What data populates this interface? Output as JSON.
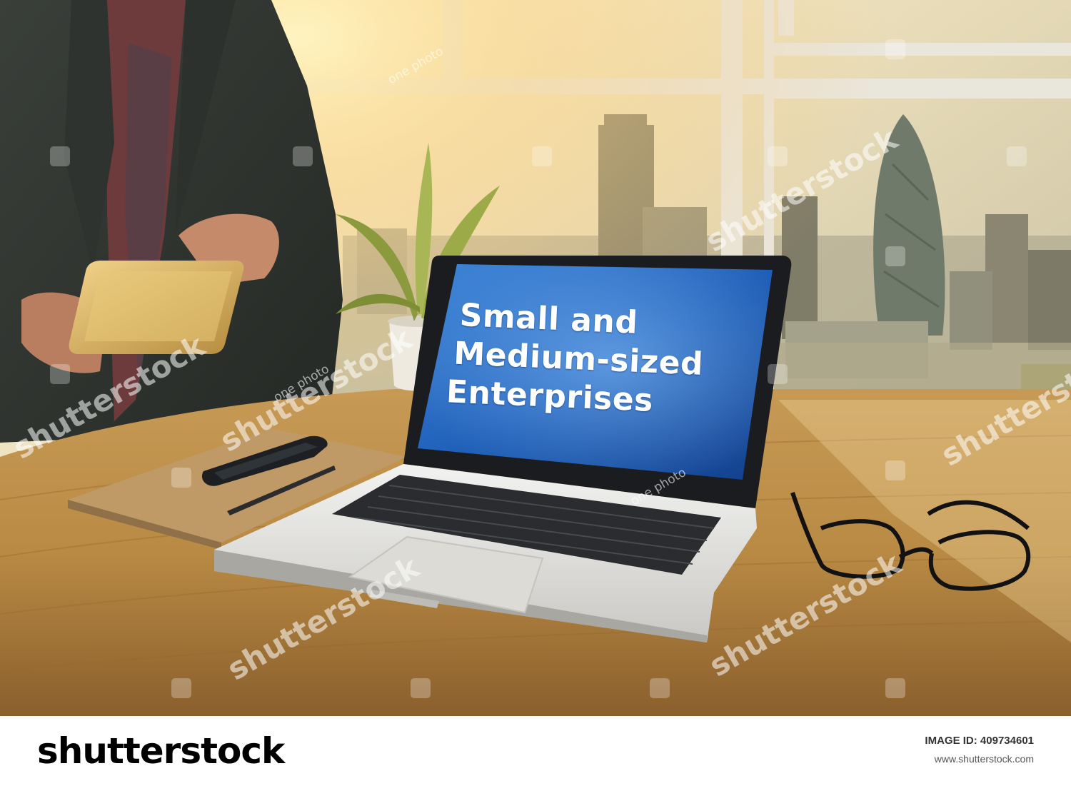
{
  "photo": {
    "screen_text": [
      "Small and",
      "Medium-sized",
      "Enterprises"
    ]
  },
  "watermark": {
    "brand": "shutterstock",
    "credit": "one photo"
  },
  "footer": {
    "logo": "shutterstock",
    "image_id_label": "IMAGE ID: 409734601",
    "url": "www.shutterstock.com"
  }
}
